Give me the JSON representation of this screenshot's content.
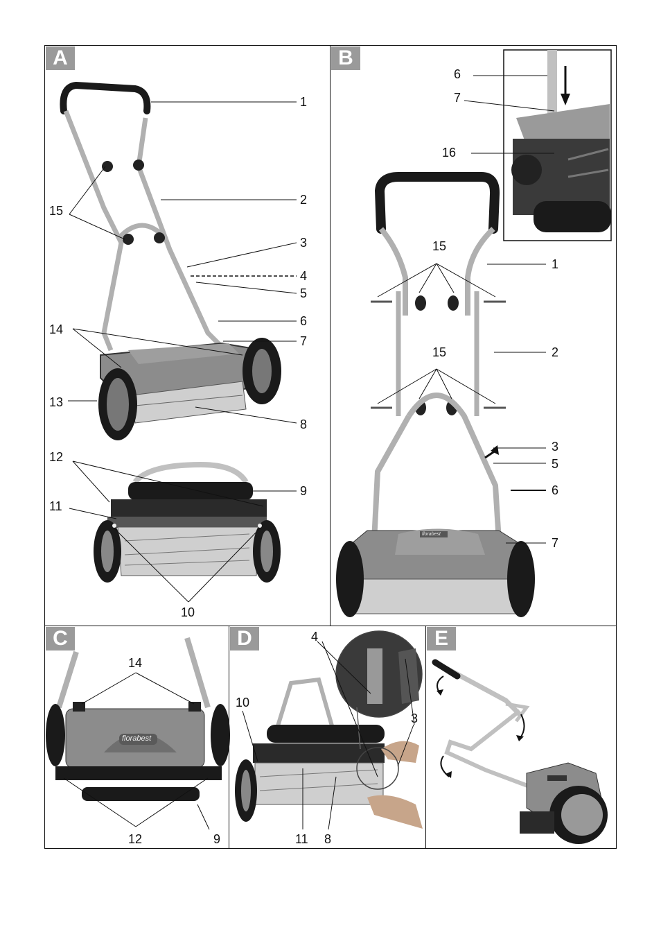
{
  "panels": {
    "a": {
      "tag": "A"
    },
    "b": {
      "tag": "B"
    },
    "c": {
      "tag": "C"
    },
    "d": {
      "tag": "D"
    },
    "e": {
      "tag": "E"
    }
  },
  "brand": "florabest",
  "callouts": {
    "a": [
      "1",
      "2",
      "3",
      "4",
      "5",
      "6",
      "7",
      "8",
      "9",
      "10",
      "11",
      "12",
      "13",
      "14",
      "15"
    ],
    "b": [
      "6",
      "7",
      "16",
      "15",
      "1",
      "2",
      "15",
      "3",
      "5",
      "6",
      "7"
    ],
    "c": [
      "14",
      "12",
      "9"
    ],
    "d": [
      "4",
      "10",
      "3",
      "11",
      "8"
    ]
  },
  "colors": {
    "body": "#8c8c8c",
    "dark": "#1a1a1a",
    "handle": "#b8b8b8",
    "tag": "#9a9a9a"
  }
}
